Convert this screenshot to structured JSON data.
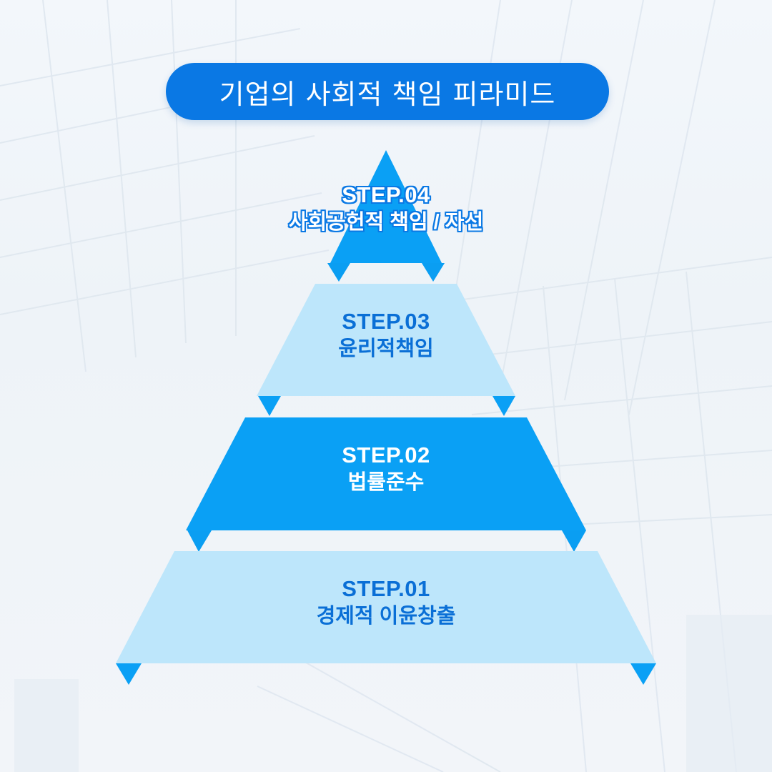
{
  "title": "기업의 사회적 책임 피라미드",
  "colors": {
    "title_bg": "#0a78e4",
    "tier_dark": "#0aa0f5",
    "tier_light": "#bde6fb",
    "text_dark": "#0a6fd6",
    "text_light": "#ffffff"
  },
  "tiers": [
    {
      "step": "STEP.04",
      "name": "사회공헌적 책임 / 자선"
    },
    {
      "step": "STEP.03",
      "name": "윤리적책임"
    },
    {
      "step": "STEP.02",
      "name": "법률준수"
    },
    {
      "step": "STEP.01",
      "name": "경제적 이윤창출"
    }
  ]
}
